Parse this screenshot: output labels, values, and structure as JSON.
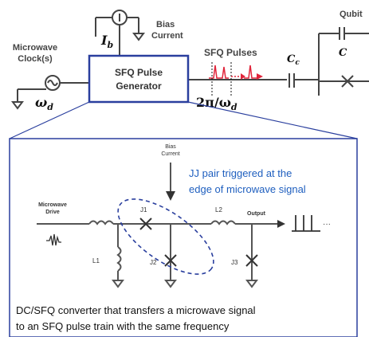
{
  "top": {
    "microwave_clock_line1": "Microwave",
    "microwave_clock_line2": "Clock(s)",
    "omega_d": "ω",
    "omega_d_sub": "d",
    "bias_current_line1": "Bias",
    "bias_current_line2": "Current",
    "ib": "I",
    "ib_sub": "b",
    "sfq_generator_line1": "SFQ Pulse",
    "sfq_generator_line2": "Generator",
    "sfq_pulses": "SFQ Pulses",
    "period": "2π/ω",
    "period_sub": "d",
    "cc": "C",
    "cc_sub": "c",
    "qubit": "Qubit",
    "c": "C"
  },
  "inset": {
    "bias_current_line1": "Bias",
    "bias_current_line2": "Current",
    "microwave_drive_line1": "Microwave",
    "microwave_drive_line2": "Drive",
    "j1": "J1",
    "j2": "J2",
    "j3": "J3",
    "l1": "L1",
    "l2": "L2",
    "output": "Output",
    "pulse_dots": "···",
    "annotation_line1": "JJ pair triggered at the",
    "annotation_line2": "edge of microwave signal",
    "annotation_color": "#1f5fbf",
    "caption_line1": "DC/SFQ converter that transfers a microwave signal",
    "caption_line2": "to an SFQ pulse train with the same frequency"
  },
  "colors": {
    "box_border": "#2a3f9e",
    "pulse_red": "#e0243a",
    "dashed_ellipse": "#2a3f9e"
  }
}
